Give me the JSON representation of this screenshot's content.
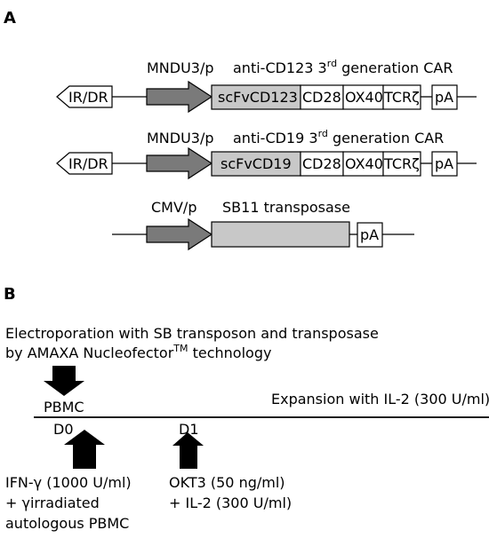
{
  "panel_a": {
    "label": "A",
    "construct1": {
      "promoter": "MNDU3/p",
      "name": "anti-CD123 3",
      "name_sup": "rd",
      "name_suffix": " generation CAR",
      "irdr": "IR/DR",
      "scfv": "scFvCD123",
      "cd28": "CD28",
      "ox40": "OX40",
      "tcr": "TCRζ",
      "pa": "pA"
    },
    "construct2": {
      "promoter": "MNDU3/p",
      "name": "anti-CD19 3",
      "name_sup": "rd",
      "name_suffix": " generation CAR",
      "irdr": "IR/DR",
      "scfv": "scFvCD19",
      "cd28": "CD28",
      "ox40": "OX40",
      "tcr": "TCRζ",
      "pa": "pA"
    },
    "construct3": {
      "promoter": "CMV/p",
      "name": "SB11 transposase",
      "pa": "pA"
    }
  },
  "panel_b": {
    "label": "B",
    "electroporation_line1": "Electroporation with SB transposon and transposase",
    "electroporation_line2_pre": "by AMAXA Nucleofector",
    "electroporation_tm": "TM",
    "electroporation_line2_post": "  technology",
    "pbmc": "PBMC",
    "expansion": "Expansion with IL-2 (300 U/ml)",
    "d0": "D0",
    "d1": "D1",
    "d0_line1": "IFN-γ (1000 U/ml)",
    "d0_line2": "+ γirradiated",
    "d0_line3": "autologous PBMC",
    "d1_line1": "OKT3 (50 ng/ml)",
    "d1_line2": "+ IL-2 (300 U/ml)"
  }
}
